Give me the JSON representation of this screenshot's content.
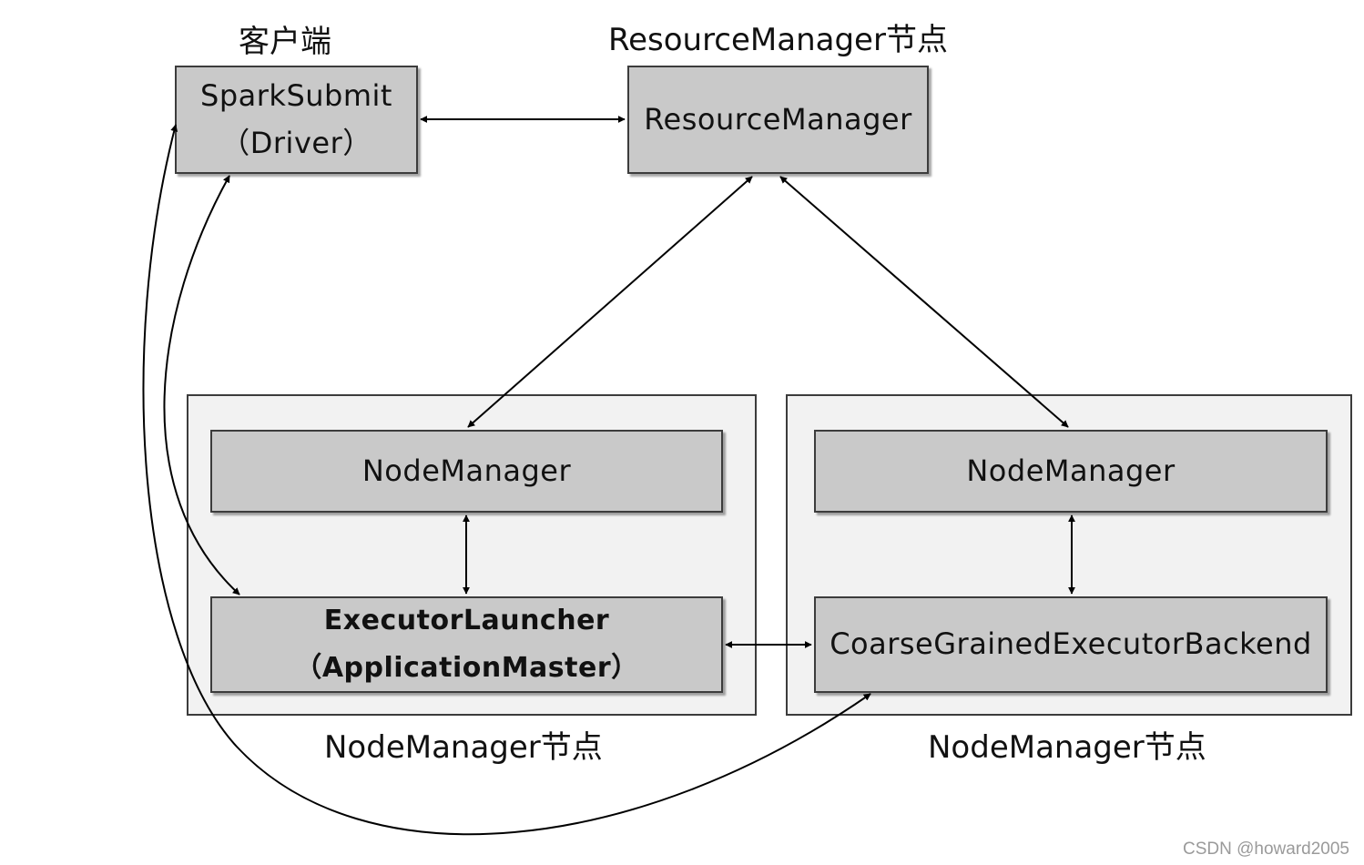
{
  "client_label": "客户端",
  "rm_node_label": "ResourceManager节点",
  "spark_submit": {
    "line1": "SparkSubmit",
    "line2": "（Driver）"
  },
  "resource_manager": "ResourceManager",
  "node_left": {
    "node_manager": "NodeManager",
    "executor_launcher": {
      "line1": "ExecutorLauncher",
      "line2": "（ApplicationMaster）"
    },
    "caption": "NodeManager节点"
  },
  "node_right": {
    "node_manager": "NodeManager",
    "backend": "CoarseGrainedExecutorBackend",
    "caption": "NodeManager节点"
  },
  "watermark": "CSDN @howard2005",
  "colors": {
    "box_fill": "#c9c9c9",
    "region_fill": "#f2f2f2",
    "stroke": "#3c3c3c",
    "arrow": "#000000"
  }
}
